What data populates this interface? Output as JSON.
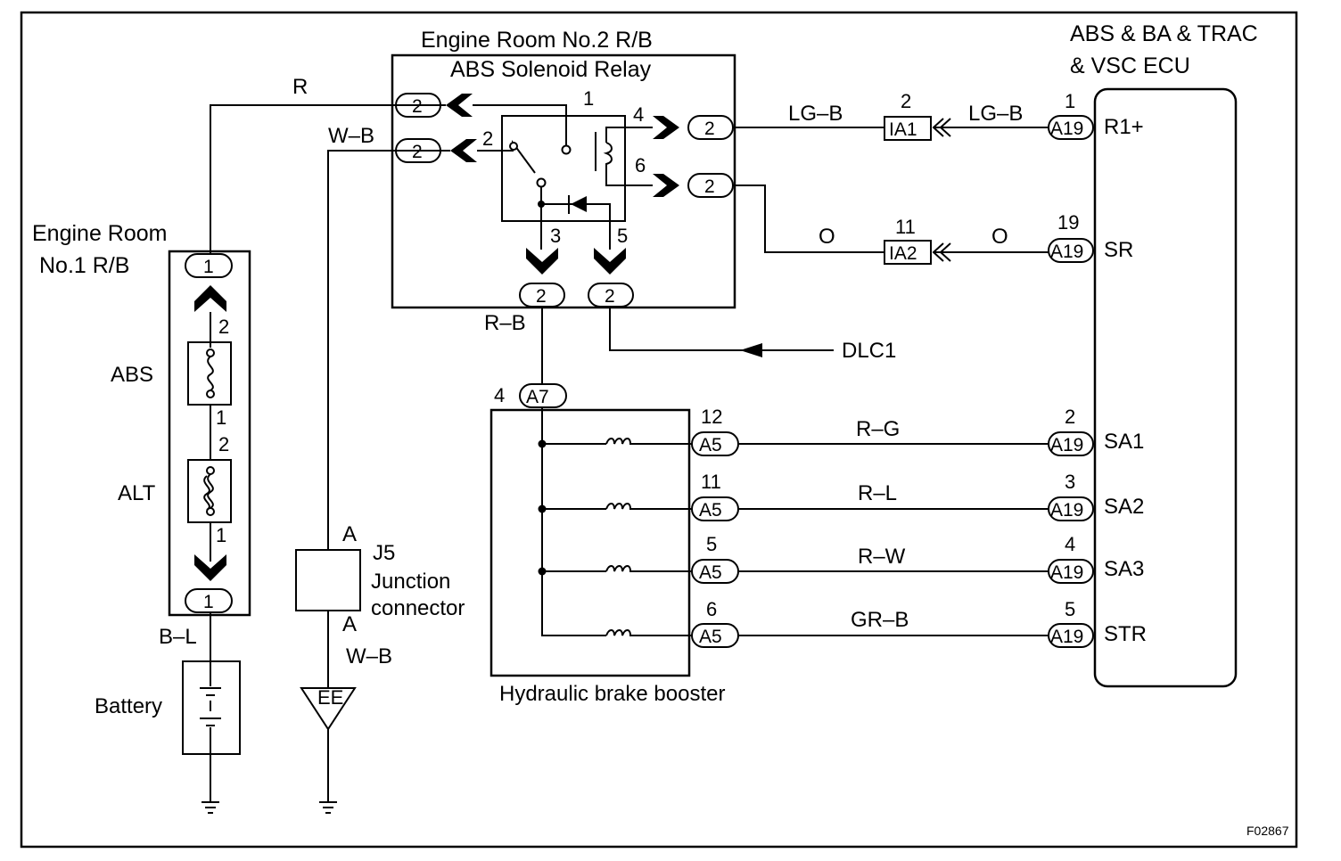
{
  "components": {
    "r_b2_title": "Engine Room No.2 R/B",
    "relay_title": "ABS Solenoid Relay",
    "ecu_title_line1": "ABS & BA & TRAC",
    "ecu_title_line2": "& VSC ECU",
    "r_b1_line1": "Engine  Room",
    "r_b1_line2": "No.1 R/B",
    "fuse_abs": "ABS",
    "fuse_alt": "ALT",
    "battery": "Battery",
    "junction_id": "J5",
    "junction_line1": "Junction",
    "junction_line2": "connector",
    "booster": "Hydraulic brake booster",
    "dlc": "DLC1",
    "ground_ee": "EE",
    "figure_code": "F02867"
  },
  "wires": {
    "r": "R",
    "w_b_top": "W–B",
    "w_b_bottom": "W–B",
    "lg_b_left": "LG–B",
    "lg_b_right": "LG–B",
    "o_left": "O",
    "o_right": "O",
    "r_b": "R–B",
    "b_l": "B–L",
    "r_g": "R–G",
    "r_l": "R–L",
    "r_w": "R–W",
    "gr_b": "GR–B"
  },
  "connectors": {
    "rb2": "2",
    "rb1": "1",
    "ia1": "IA1",
    "ia2": "IA2",
    "a19": "A19",
    "a7": "A7",
    "a5": "A5",
    "junction_a": "A"
  },
  "pins": {
    "relay_1": "1",
    "relay_2": "2",
    "relay_3": "3",
    "relay_4": "4",
    "relay_5": "5",
    "relay_6": "6",
    "ia1_pin": "2",
    "ia2_pin": "11",
    "a19_r1": "1",
    "a19_sr": "19",
    "a7_pin": "4",
    "fuse_abs_top": "2",
    "fuse_abs_bottom": "1",
    "fuse_alt_top": "2",
    "fuse_alt_bottom": "1",
    "a5_1": "12",
    "a5_2": "11",
    "a5_3": "5",
    "a5_4": "6",
    "a19_sa1": "2",
    "a19_sa2": "3",
    "a19_sa3": "4",
    "a19_str": "5"
  },
  "ecu_terminals": {
    "r1": "R1+",
    "sr": "SR",
    "sa1": "SA1",
    "sa2": "SA2",
    "sa3": "SA3",
    "str": "STR"
  }
}
